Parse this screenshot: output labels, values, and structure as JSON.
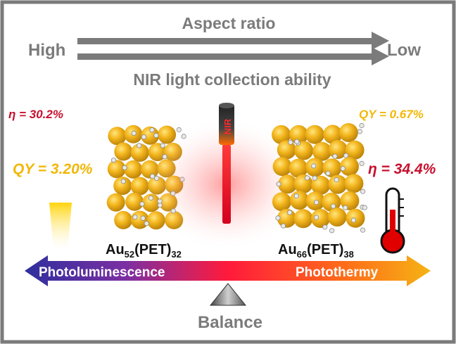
{
  "top": {
    "left_label": "High",
    "right_label": "Low",
    "arrow_top_label": "Aspect ratio",
    "arrow_bottom_label": "NIR light collection ability"
  },
  "left_cluster": {
    "eta": "η = 30.2%",
    "qy": "QY = 3.20%",
    "formula": {
      "base1": "Au",
      "sub1": "52",
      "base2": "(PET)",
      "sub2": "32"
    }
  },
  "right_cluster": {
    "qy": "QY = 0.67%",
    "eta": "η = 34.4%",
    "formula": {
      "base1": "Au",
      "sub1": "66",
      "base2": "(PET)",
      "sub2": "38"
    }
  },
  "nir": {
    "label": "NIR"
  },
  "bottom_arrow": {
    "left_label": "Photoluminescence",
    "right_label": "Photothermy"
  },
  "balance": {
    "label": "Balance"
  },
  "colors": {
    "frame": "#7a7a7a",
    "gray_text": "#7b7b7b",
    "eta_red": "#c8102e",
    "qy_yellow": "#f2b705",
    "gold": "#f0b21c",
    "gradient_start": "#3a2a8c",
    "gradient_mid": "#ff1a3c",
    "gradient_end": "#f5b314"
  }
}
